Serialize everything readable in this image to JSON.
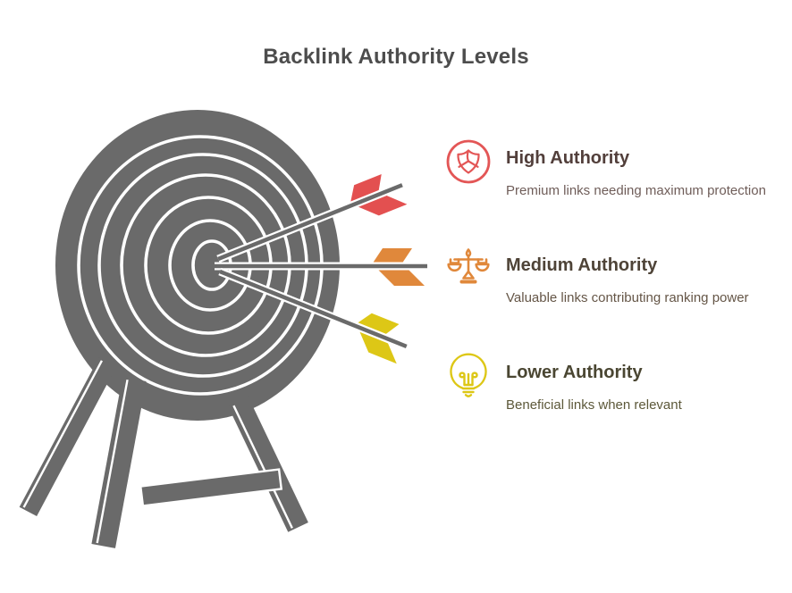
{
  "title": "Backlink Authority Levels",
  "items": [
    {
      "heading": "High Authority",
      "description": "Premium links needing maximum protection",
      "icon": "shield-icon",
      "accent_color": "#e35656"
    },
    {
      "heading": "Medium Authority",
      "description": "Valuable links contributing ranking power",
      "icon": "scales-icon",
      "accent_color": "#e0883b"
    },
    {
      "heading": "Lower Authority",
      "description": "Beneficial links when relevant",
      "icon": "lightbulb-icon",
      "accent_color": "#ddc716"
    }
  ],
  "illustration": {
    "name": "archery-target-with-three-arrows",
    "target_color": "#6a6a6a",
    "arrow_fletching_colors": {
      "high": "#e35050",
      "medium": "#e0883b",
      "low": "#ddc716"
    }
  },
  "colors": {
    "background": "#ffffff",
    "title_text": "#4d4d4d"
  }
}
